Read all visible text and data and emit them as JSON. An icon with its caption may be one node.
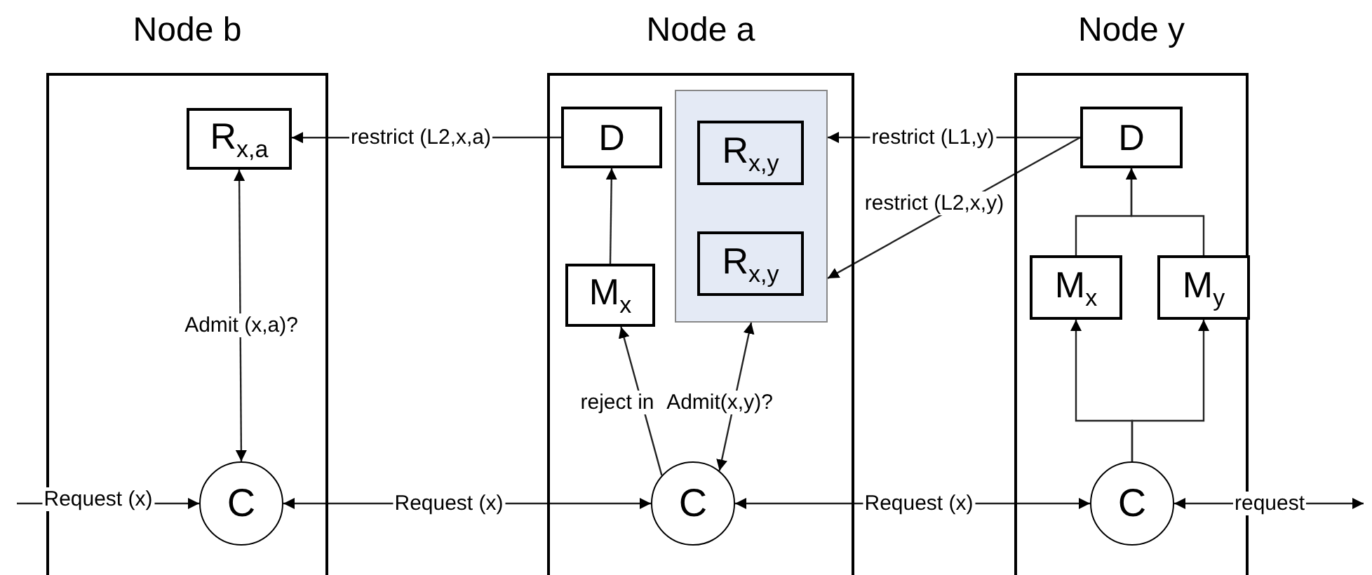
{
  "diagram": {
    "nodes": [
      {
        "text": [
          "Node b"
        ]
      },
      {
        "text": [
          "R$_{x,a}$"
        ],
        "in": 0
      },
      {
        "text": [
          "C"
        ],
        "in": 0
      },
      {
        "text": [
          "Node a"
        ]
      },
      {
        "text": [
          "D"
        ],
        "in": 3
      },
      {
        "text": [],
        "shape": "box",
        "in": 3
      },
      {
        "text": [
          "R$_{x,y}$"
        ],
        "in": 5
      },
      {
        "text": [
          "R$_{x,y}$"
        ],
        "in": 5
      },
      {
        "text": [
          "M$_{x}$"
        ],
        "in": 3
      },
      {
        "text": [
          "C"
        ],
        "in": 3
      },
      {
        "text": [
          "Node y"
        ]
      },
      {
        "text": [
          "D"
        ],
        "in": 10
      },
      {
        "text": [
          "M$_{x}$"
        ],
        "in": 10
      },
      {
        "text": [
          "M$_{y}$"
        ],
        "in": 10
      },
      {
        "text": [
          "C"
        ],
        "in": 10
      }
    ],
    "edges": [
      {
        "from": 4,
        "to": 1,
        "arrow": "to",
        "label": "restrict (L2,x,a)"
      },
      {
        "from": 1,
        "to": 2,
        "arrow": "both",
        "label": "Admit (x,a)?"
      },
      {
        "from": null,
        "to": 2,
        "arrow": "to",
        "label": "Request (x)"
      },
      {
        "from": 2,
        "to": 9,
        "arrow": "both",
        "label": "Request (x)"
      },
      {
        "from": 9,
        "to": 14,
        "arrow": "both",
        "label": "Request (x)"
      },
      {
        "from": 14,
        "to": null,
        "arrow": "both",
        "label": "request"
      },
      {
        "from": 9,
        "to": 8,
        "arrow": "to",
        "label": "reject in"
      },
      {
        "from": 9,
        "to": 5,
        "arrow": "both",
        "label": "Admit(x,y)?"
      },
      {
        "from": 8,
        "to": 4,
        "arrow": "to"
      },
      {
        "from": 11,
        "to": 5,
        "arrow": "to",
        "label": "restrict (L1,y)"
      },
      {
        "from": 11,
        "to": 5,
        "arrow": "to",
        "label": "restrict (L2,x,y)"
      },
      {
        "from": 12,
        "to": 11,
        "arrow": "to"
      },
      {
        "from": 13,
        "to": 11,
        "arrow": "to"
      },
      {
        "from": 14,
        "to": 12,
        "arrow": "to"
      },
      {
        "from": 14,
        "to": 13,
        "arrow": "to"
      }
    ]
  }
}
